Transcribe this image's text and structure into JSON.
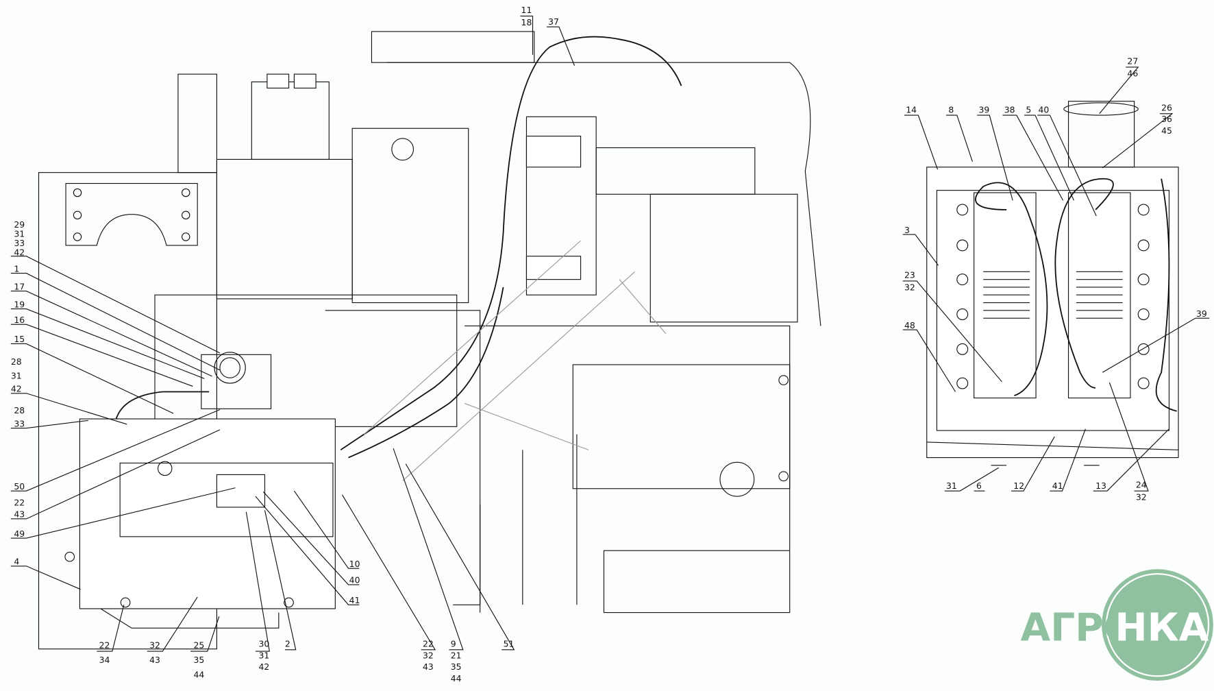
{
  "drawing": {
    "callouts_left": [
      [
        "29",
        "31",
        "33",
        "42"
      ],
      [
        "1"
      ],
      [
        "17"
      ],
      [
        "19"
      ],
      [
        "16"
      ],
      [
        "15"
      ],
      [
        "28",
        "31",
        "42"
      ],
      [
        "28",
        "33"
      ],
      [
        "50"
      ],
      [
        "22",
        "43"
      ],
      [
        "49"
      ],
      [
        "4"
      ]
    ],
    "callouts_bottom": [
      [
        "22",
        "34"
      ],
      [
        "32",
        "43"
      ],
      [
        "25",
        "35",
        "44"
      ],
      [
        "30",
        "31",
        "42"
      ],
      [
        "2"
      ],
      [
        "22",
        "32",
        "43"
      ],
      [
        "9",
        "21",
        "35",
        "44"
      ],
      [
        "51"
      ]
    ],
    "callouts_mid": [
      [
        "10"
      ],
      [
        "40"
      ],
      [
        "41"
      ]
    ],
    "callouts_top": [
      [
        "11",
        "18"
      ],
      [
        "37"
      ]
    ],
    "callouts_battery_top": [
      [
        "14"
      ],
      [
        "8"
      ],
      [
        "39"
      ],
      [
        "38"
      ],
      [
        "5"
      ],
      [
        "40"
      ],
      [
        "27",
        "46"
      ],
      [
        "26",
        "36",
        "45"
      ]
    ],
    "callouts_battery_left": [
      [
        "3"
      ],
      [
        "23",
        "32"
      ],
      [
        "48"
      ]
    ],
    "callouts_battery_right": [
      [
        "39"
      ]
    ],
    "callouts_battery_bottom": [
      [
        "31"
      ],
      [
        "6"
      ],
      [
        "12"
      ],
      [
        "41"
      ],
      [
        "13"
      ],
      [
        "24",
        "32"
      ]
    ]
  },
  "logo": {
    "part1": "АГРО",
    "part2": "НКА"
  },
  "colors": {
    "line": "#111111",
    "background": "#fbfefc",
    "logo": "#8fc1a0"
  }
}
